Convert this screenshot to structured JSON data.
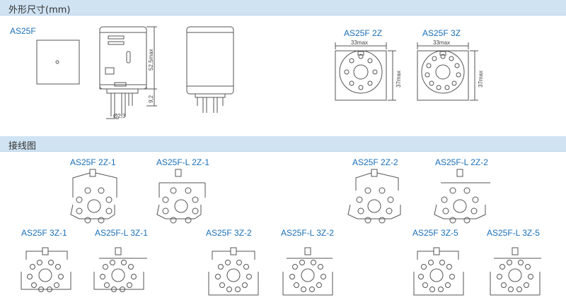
{
  "sections": {
    "dimensions": "外形尺寸(mm)",
    "wiring": "接线图"
  },
  "dimensions": {
    "front_label": "AS25F",
    "height": "52,5max",
    "pin_length": "9,2",
    "pin_diameter": "Ø2,3",
    "base_2z": {
      "title": "AS25F 2Z",
      "width": "33max",
      "depth": "37max"
    },
    "base_3z": {
      "title": "AS25F 3Z",
      "width": "33max",
      "depth": "37max"
    }
  },
  "wiring": {
    "labels": [
      "AS25F 2Z-1",
      "AS25F-L 2Z-1",
      "AS25F  2Z-2",
      "AS25F-L  2Z-2",
      "AS25F 3Z-1",
      "AS25F-L 3Z-1",
      "AS25F 3Z-2",
      "AS25F-L 3Z-2",
      "AS25F 3Z-5",
      "AS25F-L 3Z-5"
    ]
  },
  "colors": {
    "bar": "#cfe3f3",
    "label": "#1a6fb8",
    "line": "#555555"
  }
}
